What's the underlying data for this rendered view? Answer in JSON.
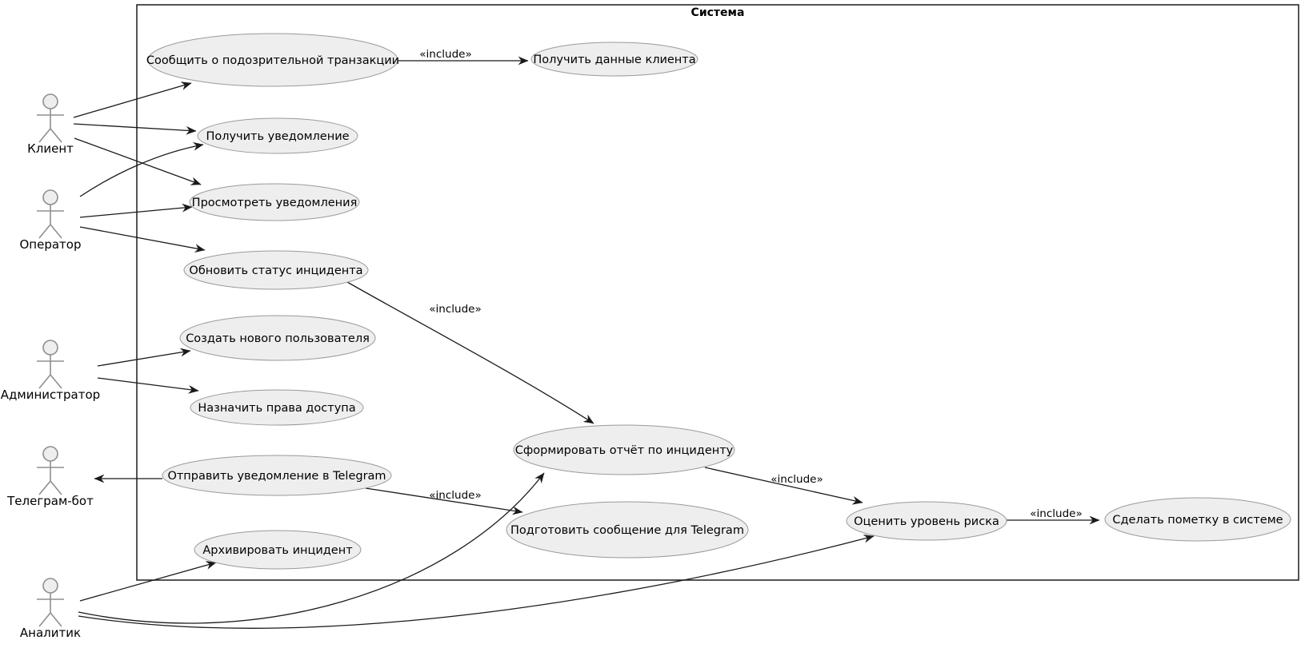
{
  "diagram": {
    "title": "Система",
    "type": "uml-use-case"
  },
  "actors": [
    {
      "label": "Клиент"
    },
    {
      "label": "Оператор"
    },
    {
      "label": "Администратор"
    },
    {
      "label": "Телеграм-бот"
    },
    {
      "label": "Аналитик"
    }
  ],
  "usecases": [
    {
      "label": "Сообщить о подозрительной транзакции"
    },
    {
      "label": "Получить данные клиента"
    },
    {
      "label": "Получить уведомление"
    },
    {
      "label": "Просмотреть уведомления"
    },
    {
      "label": "Обновить статус инцидента"
    },
    {
      "label": "Создать нового пользователя"
    },
    {
      "label": "Назначить права доступа"
    },
    {
      "label": "Отправить уведомление в Telegram"
    },
    {
      "label": "Подготовить сообщение для Telegram"
    },
    {
      "label": "Архивировать инцидент"
    },
    {
      "label": "Сформировать отчёт по инциденту"
    },
    {
      "label": "Оценить уровень риска"
    },
    {
      "label": "Сделать пометку в системе"
    }
  ],
  "edge_labels": {
    "include": "«include»"
  },
  "relations": [
    {
      "from": "Клиент",
      "to": "Сообщить о подозрительной транзакции",
      "type": "association"
    },
    {
      "from": "Клиент",
      "to": "Получить уведомление",
      "type": "association"
    },
    {
      "from": "Клиент",
      "to": "Просмотреть уведомления",
      "type": "association"
    },
    {
      "from": "Оператор",
      "to": "Получить уведомление",
      "type": "association"
    },
    {
      "from": "Оператор",
      "to": "Просмотреть уведомления",
      "type": "association"
    },
    {
      "from": "Оператор",
      "to": "Обновить статус инцидента",
      "type": "association"
    },
    {
      "from": "Администратор",
      "to": "Создать нового пользователя",
      "type": "association"
    },
    {
      "from": "Администратор",
      "to": "Назначить права доступа",
      "type": "association"
    },
    {
      "from": "Отправить уведомление в Telegram",
      "to": "Телеграм-бот",
      "type": "association"
    },
    {
      "from": "Аналитик",
      "to": "Архивировать инцидент",
      "type": "association"
    },
    {
      "from": "Аналитик",
      "to": "Сформировать отчёт по инциденту",
      "type": "association"
    },
    {
      "from": "Аналитик",
      "to": "Оценить уровень риска",
      "type": "association"
    },
    {
      "from": "Сообщить о подозрительной транзакции",
      "to": "Получить данные клиента",
      "type": "include"
    },
    {
      "from": "Обновить статус инцидента",
      "to": "Сформировать отчёт по инциденту",
      "type": "include"
    },
    {
      "from": "Отправить уведомление в Telegram",
      "to": "Подготовить сообщение для Telegram",
      "type": "include"
    },
    {
      "from": "Сформировать отчёт по инциденту",
      "to": "Оценить уровень риска",
      "type": "include"
    },
    {
      "from": "Оценить уровень риска",
      "to": "Сделать пометку в системе",
      "type": "include"
    }
  ],
  "colors": {
    "background": "#ffffff",
    "usecase_fill": "#eeeeee",
    "usecase_border": "#9a9a9a",
    "edge": "#1a1a1a",
    "boundary": "#1b1b1b"
  }
}
